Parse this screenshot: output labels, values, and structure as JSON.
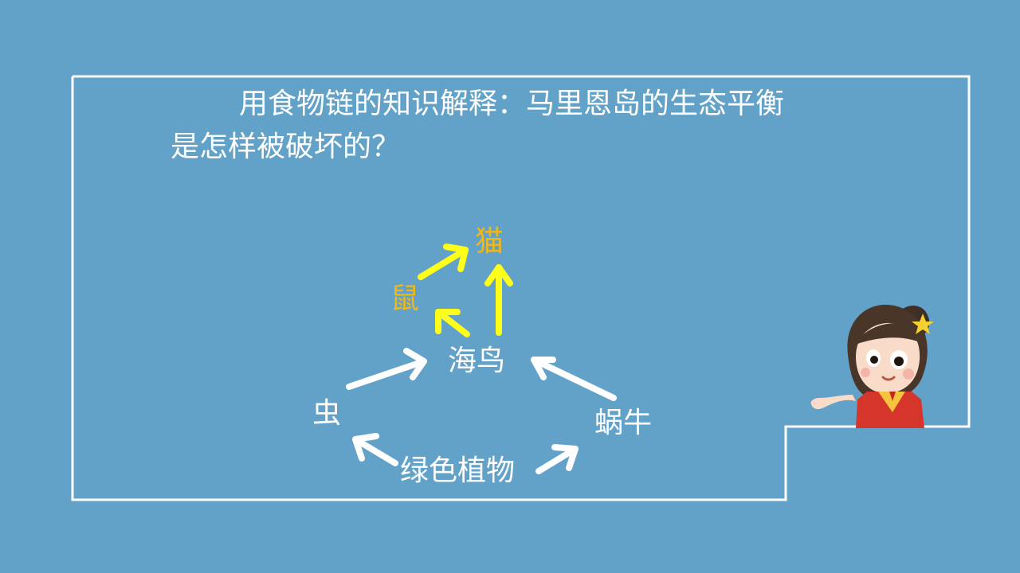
{
  "question": {
    "line1": "用食物链的知识解释：马里恩岛的生态平衡",
    "line2": "是怎样被破坏的？"
  },
  "nodes": {
    "cat": "猫",
    "mouse": "鼠",
    "seabird": "海鸟",
    "insect": "虫",
    "snail": "蜗牛",
    "plants": "绿色植物"
  },
  "colors": {
    "background": "#62a2c9",
    "frame": "#ffffff",
    "white_arrow": "#ffffff",
    "yellow_arrow": "#ffff1a",
    "yellow_text": "#f3b812"
  }
}
